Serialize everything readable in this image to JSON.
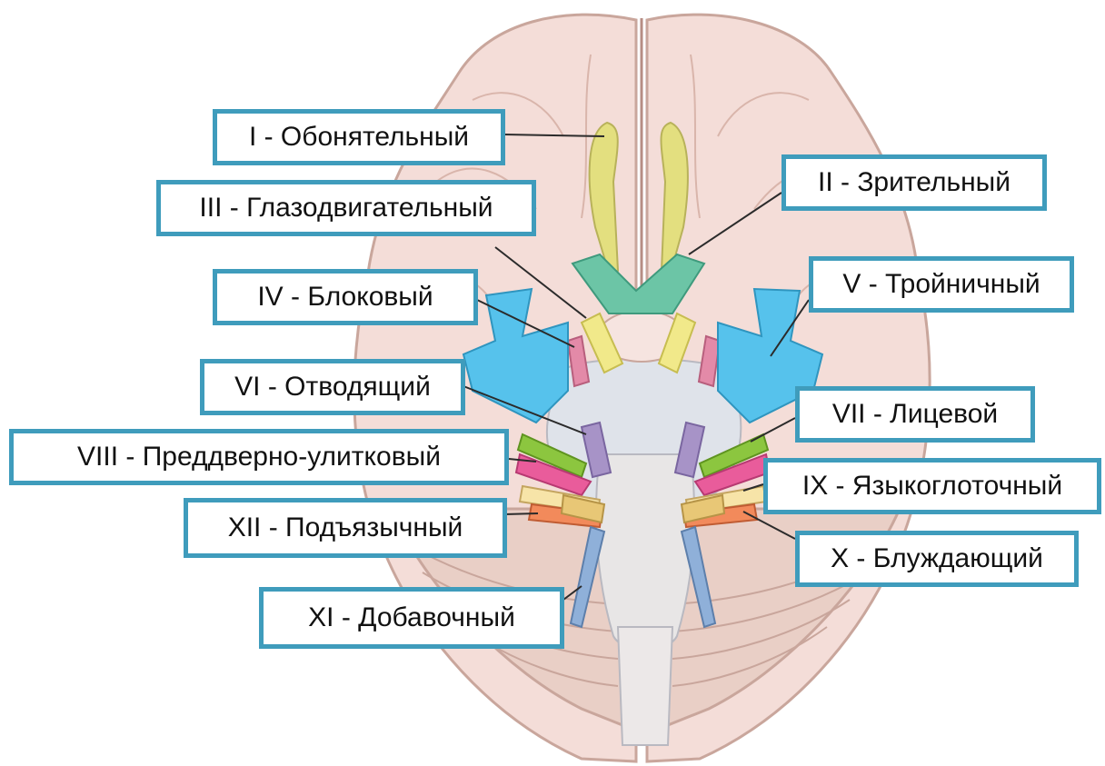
{
  "diagram": {
    "palette": {
      "brain": "#f4ddd8",
      "brain_line": "#c9a69c",
      "stem": "#e7e3e3",
      "stem_light": "#d8dde8",
      "olfactory": "#e3df7f",
      "optic": "#6cc5a6",
      "oculomotor": "#f1e98a",
      "trigeminal": "#56c2ec",
      "trochlear": "#e38aa8",
      "abducens": "#a793c7",
      "facial": "#8cc63f",
      "vestibulocochlear": "#e95c9b",
      "glossopharyngeal": "#f7e4a8",
      "vagus": "#f28a5b",
      "hypoglossal": "#e8c776",
      "accessory": "#8fb0d9",
      "label_border": "#3f9cbc"
    }
  },
  "labels": {
    "olfactory": "I - Обонятельный",
    "optic": "II - Зрительный",
    "oculomotor": "III - Глазодвигательный",
    "trochlear": "IV - Блоковый",
    "trigeminal": "V - Тройничный",
    "abducens": "VI - Отводящий",
    "facial": "VII - Лицевой",
    "vestibulocochlear": "VIII - Преддверно-улитковый",
    "glossopharyngeal": "IX - Языкоглоточный",
    "vagus": "X - Блуждающий",
    "accessory": "XI - Добавочный",
    "hypoglossal": "XII - Подъязычный"
  }
}
